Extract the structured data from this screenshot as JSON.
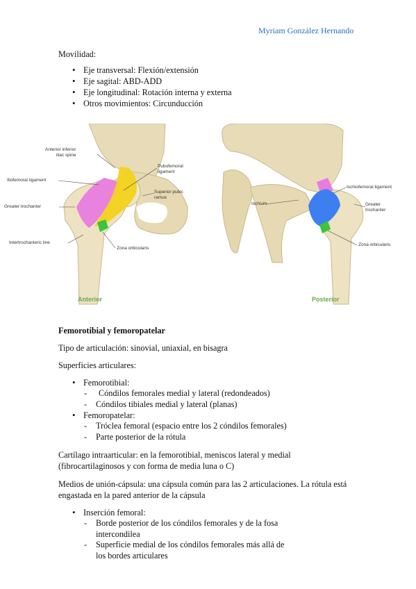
{
  "header": {
    "author": "Myriam González Hernando"
  },
  "movilidad": {
    "title": "Movilidad:",
    "items": [
      "Eje transversal: Flexión/extensión",
      "Eje sagital: ABD-ADD",
      "Eje longitudinal: Rotación interna y externa",
      "Otros movimientos: Circunducción"
    ]
  },
  "figure_anterior": {
    "caption": "Anterior",
    "labels": {
      "aiis": "Anterior inferior\niliac spine",
      "iliofemoral": "Iliofemoral ligament",
      "greater_trochanter": "Greater trochanter",
      "intertrochanteric": "Intertrochanteric line",
      "pubofemoral": "Pubofemoral\nligament",
      "superior_pubic": "Superior pubic\nramus",
      "zona": "Zona orbicularis"
    },
    "colors": {
      "iliofemoral": "#e97be0",
      "pubofemoral": "#f2d21b",
      "zona": "#3cc43c"
    }
  },
  "figure_posterior": {
    "caption": "Posterior",
    "labels": {
      "ischium": "Ischium",
      "ischiofemoral": "Ischiofemoral ligament",
      "greater_trochanter": "Greater\ntrochanter",
      "zona": "Zona orbicularis"
    },
    "colors": {
      "ischiofemoral": "#3d7ff0",
      "iliofemoral": "#e97be0",
      "zona": "#3cc43c"
    }
  },
  "section": {
    "heading": "Femorotibial y femoropatelar",
    "tipo": "Tipo de articulación: sinovial, uniaxial, en bisagra",
    "superficies": "Superficies articulares:",
    "femorotibial": {
      "label": "Femorotibial:",
      "items": [
        "Cóndilos femorales medial y lateral (redondeados)",
        "Cóndilos tibiales medial y lateral (planas)"
      ]
    },
    "femoropatelar": {
      "label": "Femoropatelar:",
      "items": [
        "Tróclea femoral (espacio entre los 2 cóndilos femorales)",
        "Parte posterior de la rótula"
      ]
    },
    "cartilago_1": "Cartílago intraarticular: en la femorotibial, meniscos lateral y medial",
    "cartilago_2": "(fibrocartilaginosos y con forma de media luna o C)",
    "medios_1": "Medios de unión-cápsula: una cápsula común para las 2 articulaciones. La rótula está",
    "medios_2": "engastada en la pared anterior de la cápsula",
    "insercion": {
      "label": "Inserción femoral:",
      "items": [
        "Borde posterior de los cóndilos femorales y de la fosa intercondilea",
        "Superficie medial de los cóndilos femorales más allá de los bordes articulares"
      ]
    }
  }
}
